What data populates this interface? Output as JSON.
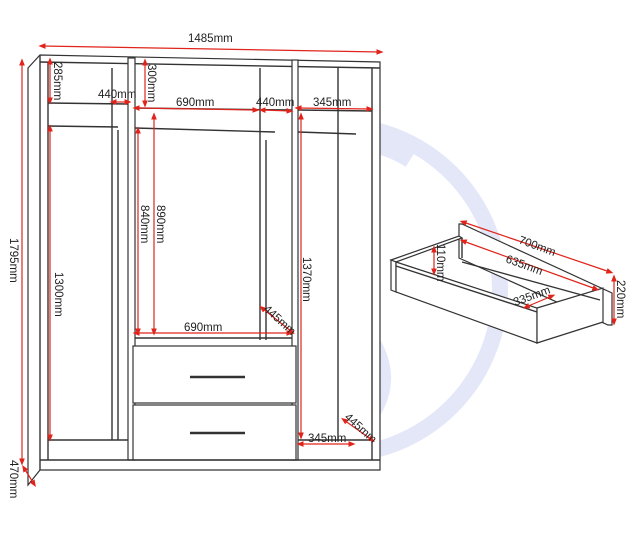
{
  "wardrobe": {
    "overall_width": "1485mm",
    "overall_height": "1795mm",
    "depth": "470mm",
    "left_top_shelf_height": "285mm",
    "center_top_shelf_height": "300mm",
    "left_shelf_width": "440mm",
    "center_shelf_width": "690mm",
    "center_right_gap": "440mm",
    "right_shelf_width": "345mm",
    "center_hanging_840": "840mm",
    "center_hanging_890": "890mm",
    "left_hanging_height": "1300mm",
    "right_hanging_height": "1370mm",
    "center_base_width": "690mm",
    "center_base_depth": "445mm",
    "right_base_width": "345mm",
    "right_base_depth": "445mm"
  },
  "drawer": {
    "outer_length": "700mm",
    "inner_length": "635mm",
    "inner_depth": "335mm",
    "inner_height": "110mm",
    "outer_height": "220mm"
  },
  "colors": {
    "dimension": "#e0241b",
    "watermark": "#e4e7f8",
    "line": "#333333"
  }
}
